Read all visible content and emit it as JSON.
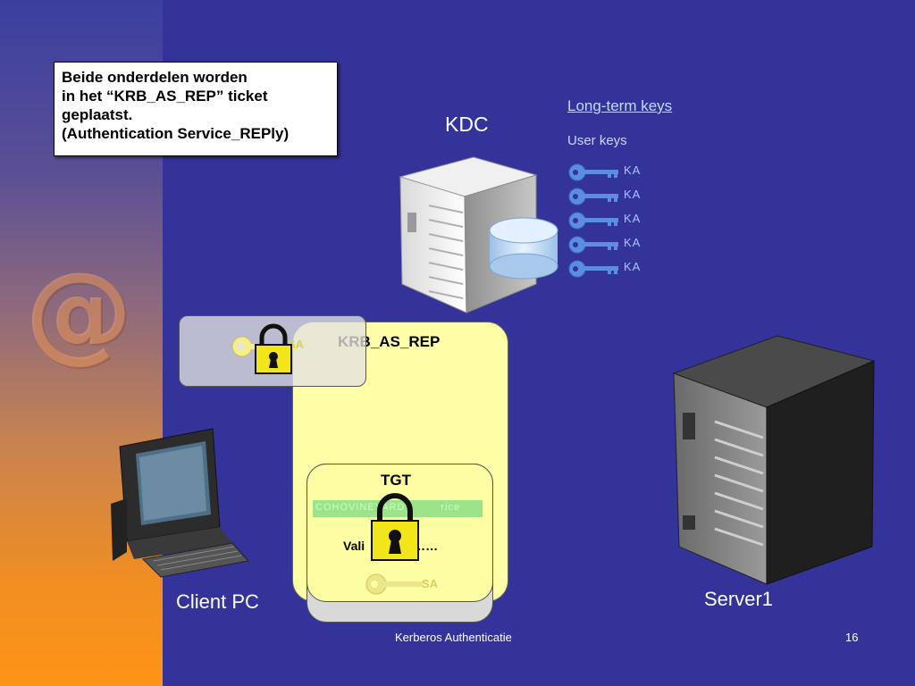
{
  "callout": {
    "line1": "Beide onderdelen worden",
    "line2": "in het “KRB_AS_REP” ticket",
    "line3": "geplaatst.",
    "line4": "(Authentication Service_REPly)"
  },
  "kdc": {
    "label": "KDC"
  },
  "long_term_keys": {
    "title": "Long-term keys",
    "subtitle": "User keys",
    "keys": [
      {
        "label": "KA"
      },
      {
        "label": "KA"
      },
      {
        "label": "KA"
      },
      {
        "label": "KA"
      },
      {
        "label": "KA"
      }
    ]
  },
  "krb_as_rep": {
    "label": "KRB_AS_REP",
    "session_key_label": "SA"
  },
  "tgt": {
    "label": "TGT",
    "strip_text": "COHOVINEYARD",
    "strip_suffix": "rice",
    "valid_prefix": "Vali",
    "valid_suffix": "……",
    "session_key_label": "SA"
  },
  "client": {
    "label": "Client PC"
  },
  "server": {
    "label": "Server1"
  },
  "footer": {
    "text": "Kerberos Authenticatie",
    "page": "16"
  },
  "colors": {
    "background": "#33339a",
    "band_top": "#3b3fa0",
    "band_bottom": "#ff9416",
    "rep_fill": "#ffffa8",
    "tgt_strip": "#9ce38a",
    "lock_yellow": "#f2e51a",
    "key_blue": "#5b8de0"
  },
  "icons": [
    "at-sign-icon",
    "key-icon",
    "padlock-icon",
    "database-icon",
    "server-tower-icon",
    "computer-monitor-icon",
    "keyboard-icon"
  ]
}
